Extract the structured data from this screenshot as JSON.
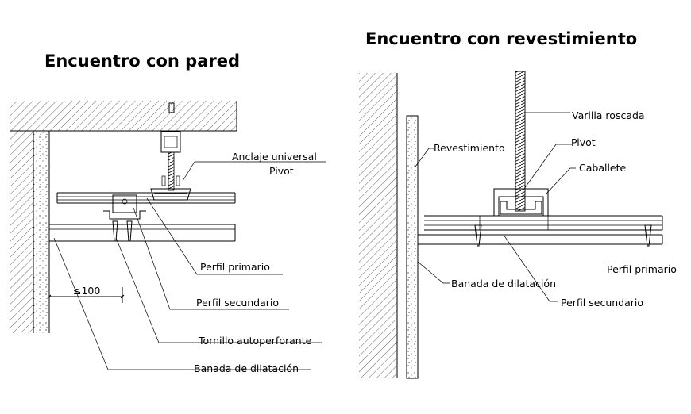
{
  "left_detail": {
    "title": "Encuentro con pared",
    "labels": {
      "anclaje": "Anclaje universal",
      "pivot": "Pivot",
      "perfil_primario": "Perfil primario",
      "perfil_secundario": "Perfil secundario",
      "tornillo": "Tornillo autoperforante",
      "banada": "Banada de dilatación",
      "dimension": "≤100"
    }
  },
  "right_detail": {
    "title": "Encuentro con revestimiento",
    "labels": {
      "varilla": "Varilla roscada",
      "pivot": "Pivot",
      "revestimiento": "Revestimiento",
      "caballete": "Caballete",
      "perfil_primario": "Perfil primario",
      "banada": "Banada de dilatación",
      "perfil_secundario": "Perfil secundario"
    }
  }
}
